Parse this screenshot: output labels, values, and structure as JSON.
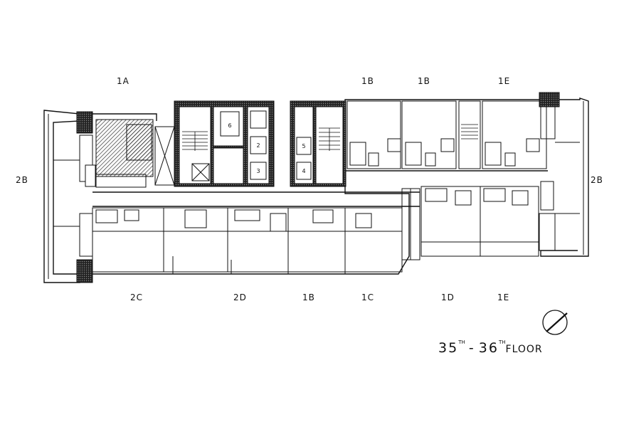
{
  "floor_title": {
    "from": "35",
    "from_suffix": "TH",
    "separator": "-",
    "to": "36",
    "to_suffix": "TH",
    "word": "FLOOR"
  },
  "unit_labels": {
    "top_1a": "1A",
    "top_1b_a": "1B",
    "top_1b_b": "1B",
    "top_1e": "1E",
    "left_2b": "2B",
    "right_2b": "2B",
    "bottom_2c": "2C",
    "bottom_2d": "2D",
    "bottom_1b": "1B",
    "bottom_1c": "1C",
    "bottom_1d": "1D",
    "bottom_1e": "1E"
  },
  "lift_numbers": {
    "l6": "6",
    "l2": "2",
    "l3": "3",
    "l5": "5",
    "l4": "4"
  },
  "colors": {
    "line": "#111111",
    "core_hatch": "#555555",
    "background": "#ffffff"
  },
  "icons": {
    "north_arrow": "north-arrow-icon"
  }
}
